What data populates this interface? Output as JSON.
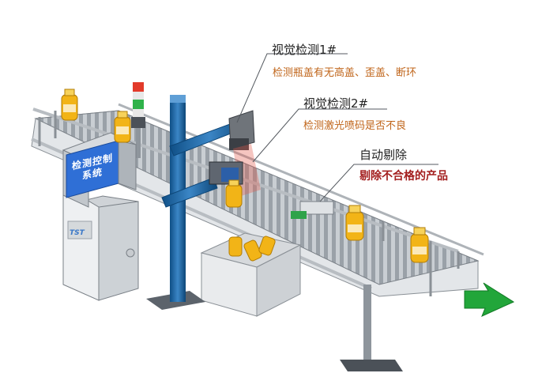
{
  "callouts": {
    "vision1": {
      "title": "视觉检测1#",
      "desc": "检测瓶盖有无高盖、歪盖、断环"
    },
    "vision2": {
      "title": "视觉检测2#",
      "desc": "检测激光喷码是否不良"
    },
    "reject": {
      "title": "自动剔除",
      "desc": "剔除不合格的产品"
    }
  },
  "cabinet": {
    "screen_text": "检测控制系统",
    "brand": "TST"
  },
  "colors": {
    "vision1_desc": "#c0651a",
    "vision2_desc": "#c0651a",
    "reject_desc": "#a31e1e",
    "bottle_body": "#f2b417",
    "cabinet_screen": "#2f6fd6",
    "arrow": "#22a63a"
  }
}
